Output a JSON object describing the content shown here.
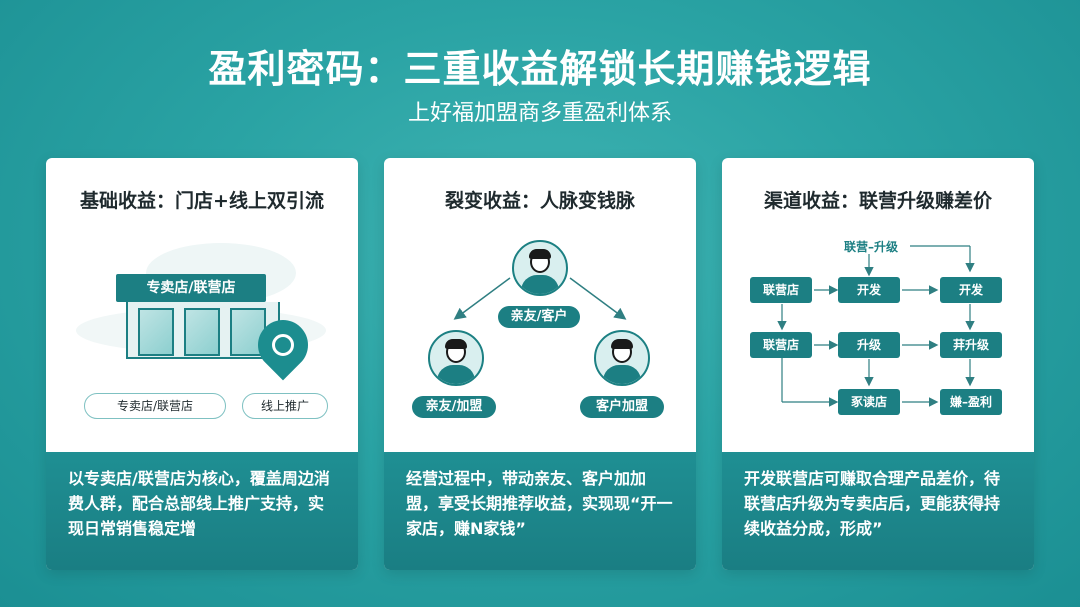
{
  "header": {
    "title": "盈利密码：三重收益解锁长期赚钱逻辑",
    "subtitle": "上好福加盟商多重盈利体系"
  },
  "cards": [
    {
      "title": "基础收益：门店+线上双引流",
      "sign": "专卖店/联营店",
      "pill_store": "专卖店/联营店",
      "pill_online": "线上推广",
      "description": "以专卖店/联营店为核心，覆盖周边消费人群，配合总部线上推广支持，实现日常销售稳定增"
    },
    {
      "title": "裂变收益：人脉变钱脉",
      "tag_top": "亲友/客户",
      "tag_left": "亲友/加盟",
      "tag_right": "客户加盟",
      "description": "经营过程中，带动亲友、客户加加盟，享受长期推荐收益，实现现“开一家店，赚N家钱”"
    },
    {
      "title": "渠道收益：联营升级赚差价",
      "flow_label": "联营–升级",
      "boxes": {
        "r1c1": "联营店",
        "r1c2": "开发",
        "r1c3": "开发",
        "r2c1": "联营店",
        "r2c2": "升级",
        "r2c3": "荓升级",
        "r3c2": "豖读店",
        "r3c3": "嫌–盈利"
      },
      "description": "开发联营店可赚取合理产品差价，待联营店升级为专卖店后，更能获得持续收益分成，形成”"
    }
  ],
  "colors": {
    "background": "#2aa3a4",
    "accent": "#1c7f83",
    "card": "#ffffff"
  }
}
